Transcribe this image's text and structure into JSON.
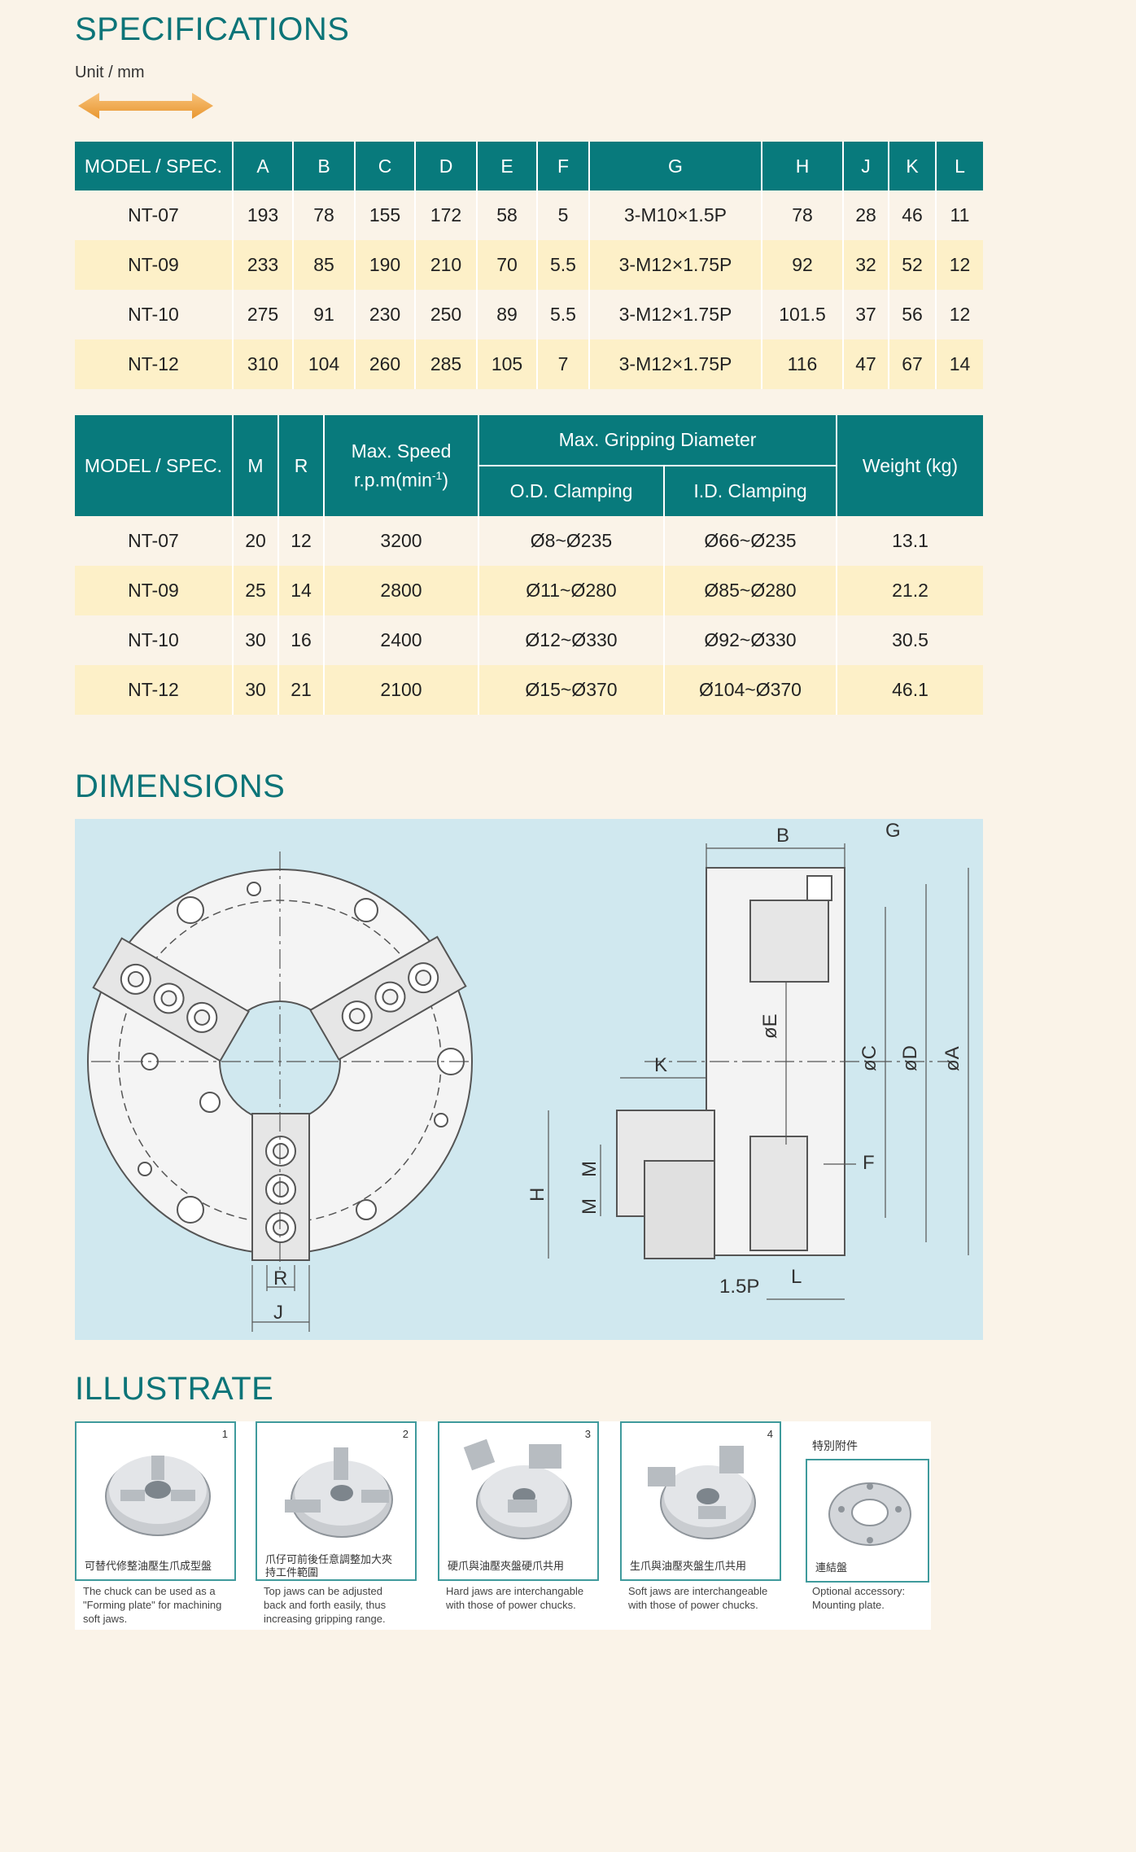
{
  "sections": {
    "specifications": "SPECIFICATIONS",
    "dimensions": "DIMENSIONS",
    "illustrate": "ILLUSTRATE"
  },
  "unit_label": "Unit / mm",
  "table1": {
    "headers": [
      "MODEL / SPEC.",
      "A",
      "B",
      "C",
      "D",
      "E",
      "F",
      "G",
      "H",
      "J",
      "K",
      "L"
    ],
    "rows": [
      [
        "NT-07",
        "193",
        "78",
        "155",
        "172",
        "58",
        "5",
        "3-M10×1.5P",
        "78",
        "28",
        "46",
        "11"
      ],
      [
        "NT-09",
        "233",
        "85",
        "190",
        "210",
        "70",
        "5.5",
        "3-M12×1.75P",
        "92",
        "32",
        "52",
        "12"
      ],
      [
        "NT-10",
        "275",
        "91",
        "230",
        "250",
        "89",
        "5.5",
        "3-M12×1.75P",
        "101.5",
        "37",
        "56",
        "12"
      ],
      [
        "NT-12",
        "310",
        "104",
        "260",
        "285",
        "105",
        "7",
        "3-M12×1.75P",
        "116",
        "47",
        "67",
        "14"
      ]
    ]
  },
  "table2": {
    "h_model": "MODEL / SPEC.",
    "h_m": "M",
    "h_r": "R",
    "h_speed_line1": "Max. Speed",
    "h_speed_line2": "r.p.m(min",
    "h_speed_sup": "-1",
    "h_speed_close": ")",
    "h_grip": "Max. Gripping Diameter",
    "h_od": "O.D. Clamping",
    "h_id": "I.D. Clamping",
    "h_weight": "Weight (kg)",
    "rows": [
      [
        "NT-07",
        "20",
        "12",
        "3200",
        "Ø8~Ø235",
        "Ø66~Ø235",
        "13.1"
      ],
      [
        "NT-09",
        "25",
        "14",
        "2800",
        "Ø11~Ø280",
        "Ø85~Ø280",
        "21.2"
      ],
      [
        "NT-10",
        "30",
        "16",
        "2400",
        "Ø12~Ø330",
        "Ø92~Ø330",
        "30.5"
      ],
      [
        "NT-12",
        "30",
        "21",
        "2100",
        "Ø15~Ø370",
        "Ø104~Ø370",
        "46.1"
      ]
    ]
  },
  "drawing_labels": {
    "b": "B",
    "g": "G",
    "k": "K",
    "e": "øE",
    "c": "øC",
    "d": "øD",
    "a": "øA",
    "f": "F",
    "h": "H",
    "m1": "M",
    "m2": "M",
    "p": "1.5P",
    "l": "L",
    "r": "R",
    "j": "J"
  },
  "illustrations": [
    {
      "num": "1",
      "zh": "可替代修整油壓生爪成型盤",
      "en": [
        "The chuck can be used as a",
        "\"Forming plate\" for machining",
        "soft jaws."
      ]
    },
    {
      "num": "2",
      "zh_lines": [
        "爪仔可前後任意調整加大夾",
        "持工件範圍"
      ],
      "en": [
        "Top jaws can be adjusted",
        "back and forth easily, thus",
        "increasing gripping range."
      ]
    },
    {
      "num": "3",
      "zh": "硬爪與油壓夾盤硬爪共用",
      "en": [
        "Hard jaws are interchangable",
        "with those of power chucks."
      ]
    },
    {
      "num": "4",
      "zh": "生爪與油壓夾盤生爪共用",
      "en": [
        "Soft jaws are interchangeable",
        "with those of power chucks."
      ]
    },
    {
      "header": "特別附件",
      "zh": "連結盤",
      "en": [
        "Optional accessory:",
        "Mounting plate."
      ]
    }
  ]
}
